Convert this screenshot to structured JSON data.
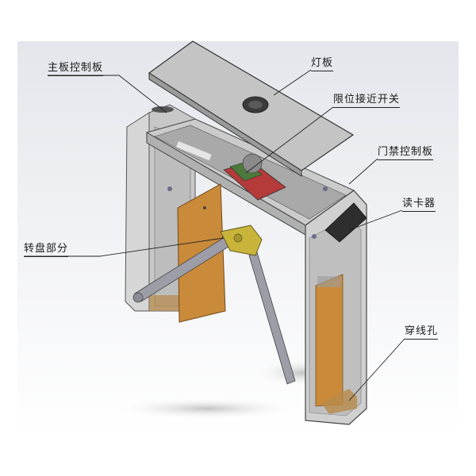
{
  "labels": {
    "main_control_board": "主板控制板",
    "light_board": "灯板",
    "limit_proximity_switch": "限位接近开关",
    "access_control_board": "门禁控制板",
    "card_reader": "读卡器",
    "turntable_part": "转盘部分",
    "cable_hole": "穿线孔"
  },
  "colors": {
    "metal_light": "#d9d9d9",
    "metal_mid": "#bdbdbd",
    "metal_dark": "#8f8f8f",
    "wood_panel": "#c98a3a",
    "board_red": "#b53a3a",
    "board_green": "#4d7a3c",
    "yellow_mechanism": "#c8b43a",
    "reader_dark": "#2e2e2e",
    "shadow": "#cfcfcf",
    "background_top": "#e6e8ee",
    "background_bottom": "#ffffff"
  }
}
